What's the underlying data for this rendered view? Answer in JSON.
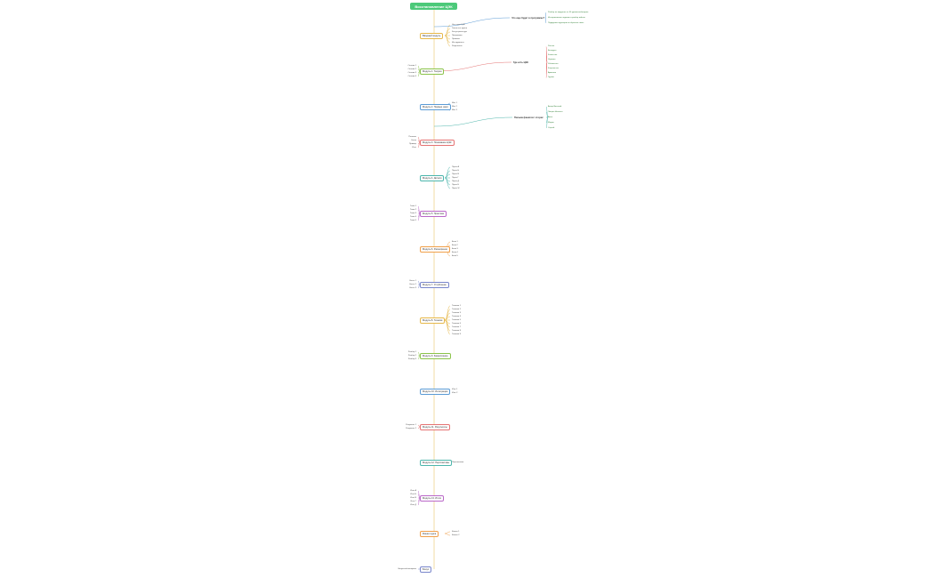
{
  "title": "Восстановление ЦЭК",
  "side_groups": [
    {
      "label": "Что еще будет в программе?",
      "items": [
        "Разбор по модулям: от 40 уроков-вебинаров",
        "Интерактивные задания и разбор кейсов",
        "Поддержка кураторов и обратная связь"
      ]
    },
    {
      "label": "Где есть ЦЭК",
      "items": [
        "Россия",
        "Беларусь",
        "Казахстан",
        "Украина",
        "Узбекистан",
        "Кыргызстан",
        "Армения",
        "Грузия"
      ]
    },
    {
      "label": "Письма фанатов / сторис",
      "items": [
        "Автор Виталий",
        "Лекция Наталья",
        "Анна",
        "Мария",
        "Сергей"
      ]
    }
  ],
  "modules": [
    {
      "label": "Вводный модуль",
      "right": [
        "Что такое ЦЭК",
        "Зачем это нужно",
        "Как устроен курс",
        "Программа",
        "Правила",
        "Инструменты",
        "Результаты"
      ],
      "left": []
    },
    {
      "label": "Модуль 1. Теория",
      "right": [],
      "left": [
        "Основа 1",
        "Основа 2",
        "Основа 3",
        "Основа 4"
      ]
    },
    {
      "label": "Модуль 2. Первые шаги",
      "right": [
        "Шаг 1",
        "Шаг 2",
        "Шаг 3"
      ],
      "left": []
    },
    {
      "label": "Модуль 3. Понимание ЦЭК",
      "right": [],
      "left": [
        "Понятие",
        "Связь",
        "Пример",
        "Итог"
      ]
    },
    {
      "label": "Модуль 4. Детали",
      "right": [
        "Пункт А",
        "Пункт Б",
        "Пункт В",
        "Пункт Г",
        "Пункт Д",
        "Пункт Е",
        "Пункт Ж"
      ],
      "left": []
    },
    {
      "label": "Модуль 5. Практика",
      "right": [],
      "left": [
        "Тема 1",
        "Тема 2",
        "Тема 3",
        "Тема 4",
        "Тема 5"
      ]
    },
    {
      "label": "Модуль 6. Расширение",
      "right": [
        "Блок 1",
        "Блок 2",
        "Блок 3",
        "Блок 4",
        "Блок 5"
      ],
      "left": []
    },
    {
      "label": "Модуль 7. Углубление",
      "right": [],
      "left": [
        "Часть 1",
        "Часть 2",
        "Часть 3"
      ]
    },
    {
      "label": "Модуль 8. Техники",
      "right": [
        "Техника 1",
        "Техника 2",
        "Техника 3",
        "Техника 4",
        "Техника 5",
        "Техника 6",
        "Техника 7",
        "Техника 8",
        "Техника 9"
      ],
      "left": []
    },
    {
      "label": "Модуль 9. Закрепление",
      "right": [],
      "left": [
        "Разбор 1",
        "Разбор 2",
        "Разбор 3"
      ]
    },
    {
      "label": "Модуль 10. Интеграция",
      "right": [
        "Итог 1",
        "Итог 2"
      ],
      "left": []
    },
    {
      "label": "Модуль 11. Результаты",
      "right": [],
      "left": [
        "Результат 1",
        "Результат 2"
      ]
    },
    {
      "label": "Модуль 12. Перспективы",
      "right": [
        "Перспектива"
      ],
      "left": []
    },
    {
      "label": "Модуль 13. Итоги",
      "right": [],
      "left": [
        "Итог А",
        "Итог Б",
        "Итог В",
        "Итог Г",
        "Итог Д"
      ]
    },
    {
      "label": "Финал курса",
      "right": [
        "Финал 1",
        "Финал 2"
      ],
      "left": []
    },
    {
      "label": "Бонус",
      "right": [],
      "left": [
        "Бонусный материал"
      ]
    }
  ]
}
